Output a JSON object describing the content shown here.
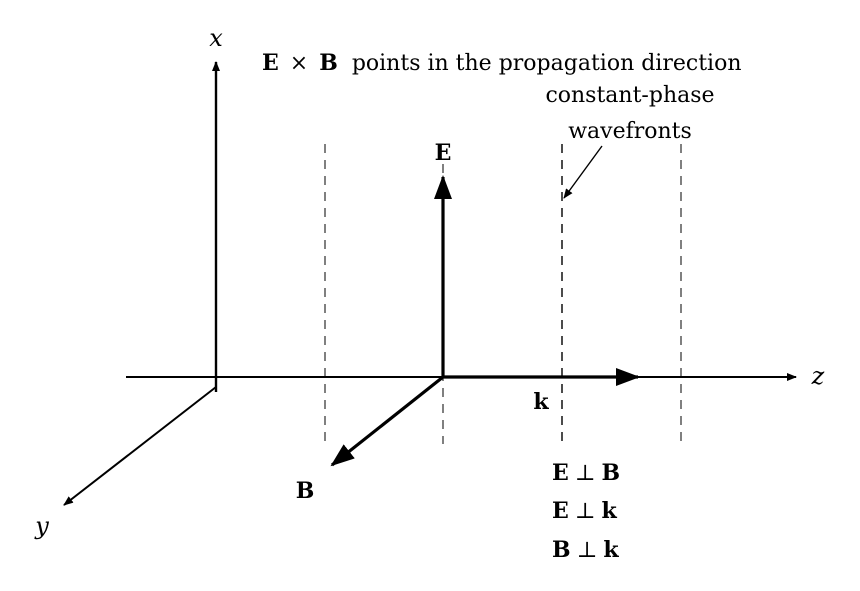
{
  "axes": {
    "x_label": "x",
    "y_label": "y",
    "z_label": "z"
  },
  "vectors": {
    "E_label": "E",
    "B_label": "B",
    "k_label": "k"
  },
  "annotations": {
    "title_bold_E": "E",
    "title_times": "×",
    "title_bold_B": "B",
    "title_rest": " points in the propagation direction",
    "wavefront_line1": "constant-phase",
    "wavefront_line2": "wavefronts"
  },
  "relations": {
    "r1_left": "E",
    "r1_op": "⊥",
    "r1_right": "B",
    "r2_left": "E",
    "r2_op": "⊥",
    "r2_right": "k",
    "r3_left": "B",
    "r3_op": "⊥",
    "r3_right": "k"
  },
  "colors": {
    "ink": "#000000",
    "background": "#ffffff"
  }
}
